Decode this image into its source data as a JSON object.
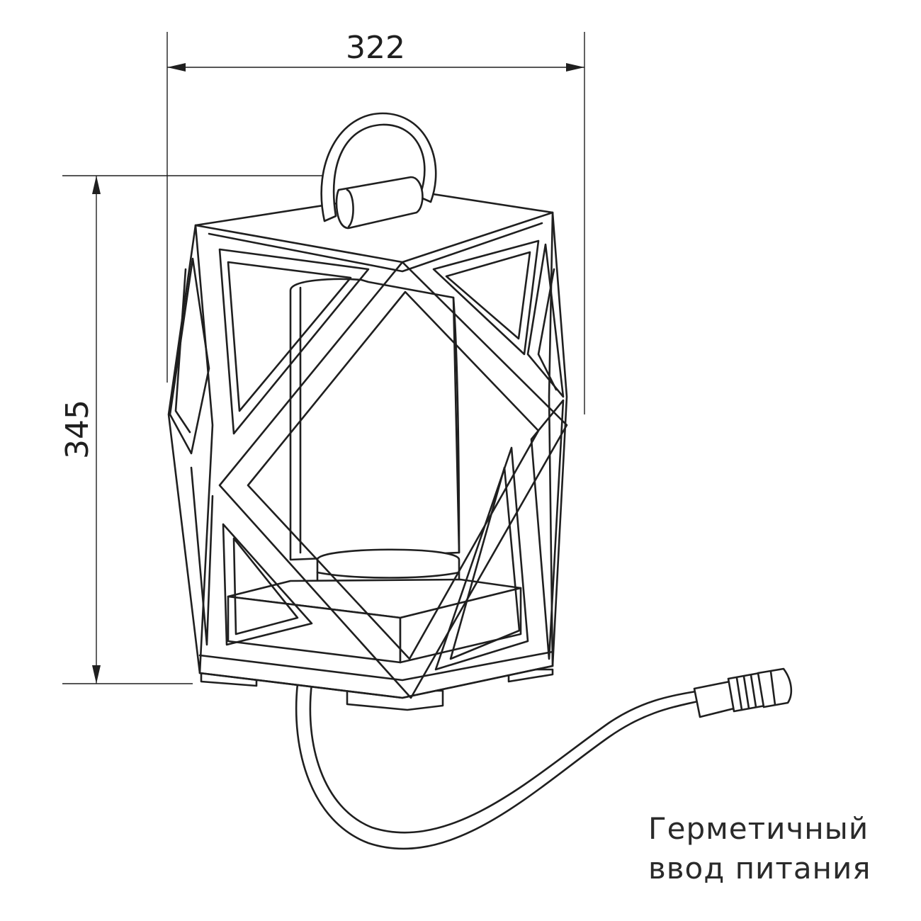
{
  "dimensions": {
    "width_label": "322",
    "height_label": "345"
  },
  "callout": {
    "line1": "Герметичный",
    "line2": "ввод питания"
  },
  "colors": {
    "line": "#1f1f1f",
    "background": "#ffffff"
  }
}
